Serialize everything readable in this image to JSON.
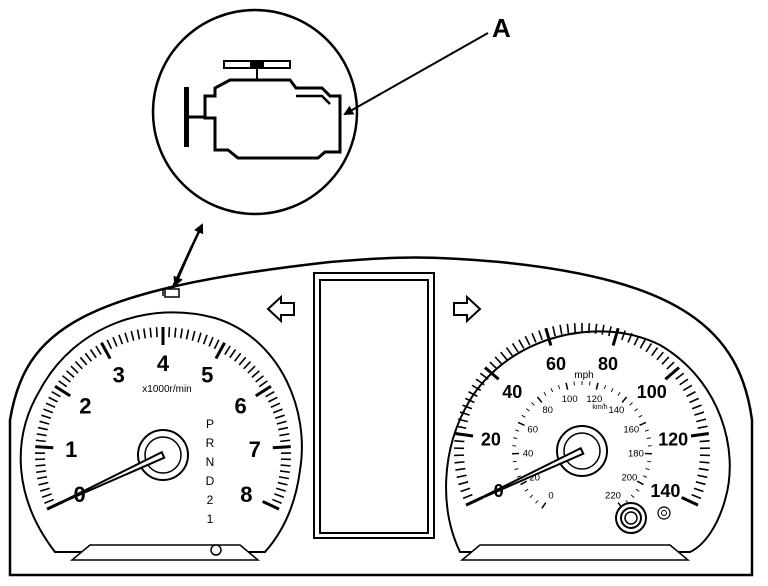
{
  "callout": {
    "label": "A"
  },
  "tachometer": {
    "numbers": [
      "0",
      "1",
      "2",
      "3",
      "4",
      "5",
      "6",
      "7",
      "8"
    ],
    "unit": "x1000r/min",
    "gear_letters": [
      "P",
      "R",
      "N",
      "D",
      "2",
      "1"
    ],
    "needle_value": 0
  },
  "speedometer": {
    "mph_numbers": [
      "0",
      "20",
      "40",
      "60",
      "80",
      "100",
      "120",
      "140"
    ],
    "mph_unit": "mph",
    "kmh_numbers": [
      "0",
      "20",
      "40",
      "60",
      "80",
      "100",
      "120",
      "140",
      "160",
      "180",
      "200",
      "220"
    ],
    "kmh_unit": "km/h",
    "needle_value": 0
  },
  "icons": [
    "check-engine-icon",
    "turn-left-arrow-icon",
    "turn-right-arrow-icon",
    "trip-reset-knob-icon"
  ],
  "colors": {
    "ink": "#000000",
    "paper": "#ffffff"
  }
}
